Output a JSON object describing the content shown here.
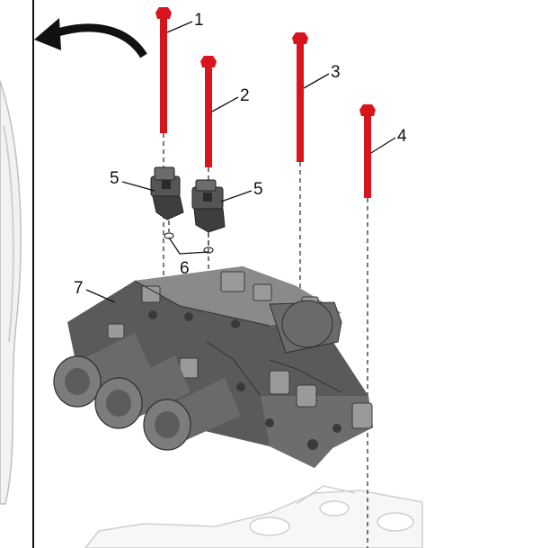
{
  "colors": {
    "bolt": "#d8141c",
    "body_dark": "#4a4a4a",
    "body_mid": "#7a7a7a",
    "body_light": "#a8a8a8",
    "line": "#111111",
    "ghost": "#dcdcdc"
  },
  "callouts": {
    "bolt_1": "1",
    "bolt_2": "2",
    "bolt_3": "3",
    "bolt_4": "4",
    "solenoid_left": "5",
    "solenoid_right": "5",
    "o_rings": "6",
    "valve_body": "7"
  }
}
